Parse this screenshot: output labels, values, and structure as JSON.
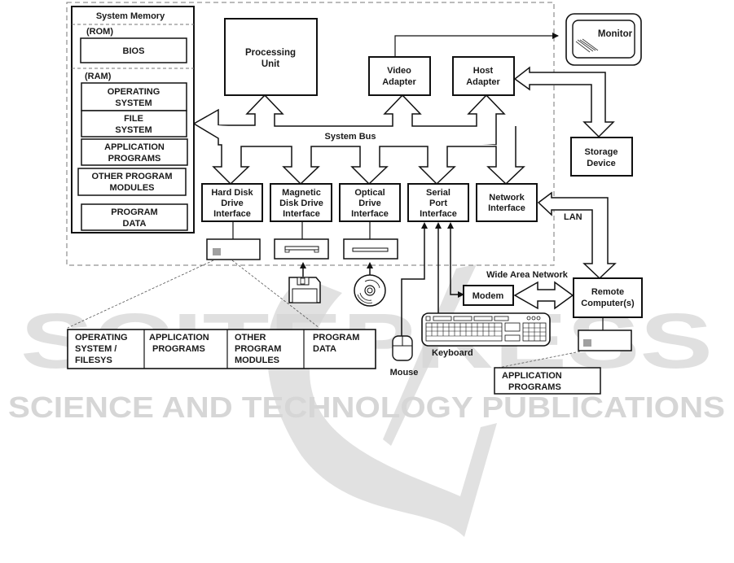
{
  "watermark": {
    "brand": "SCITEPRESS",
    "tagline": "SCIENCE AND TECHNOLOGY PUBLICATIONS",
    "color": "#d6d6d6"
  },
  "system_memory": {
    "title": "System Memory",
    "rom_label": "(ROM)",
    "bios": "BIOS",
    "ram_label": "(RAM)",
    "ram_items": [
      [
        "OPERATING",
        "SYSTEM"
      ],
      [
        "FILE",
        "SYSTEM"
      ],
      [
        "APPLICATION",
        "PROGRAMS"
      ],
      [
        "OTHER PROGRAM",
        "MODULES"
      ],
      [
        "PROGRAM",
        "DATA"
      ]
    ]
  },
  "processing_unit": [
    "Processing",
    "Unit"
  ],
  "video_adapter": [
    "Video",
    "Adapter"
  ],
  "host_adapter": [
    "Host",
    "Adapter"
  ],
  "monitor": "Monitor",
  "storage_device": [
    "Storage",
    "Device"
  ],
  "system_bus": "System Bus",
  "interfaces": [
    [
      "Hard Disk",
      "Drive",
      "Interface"
    ],
    [
      "Magnetic",
      "Disk Drive",
      "Interface"
    ],
    [
      "Optical",
      "Drive",
      "Interface"
    ],
    [
      "Serial",
      "Port",
      "Interface"
    ],
    [
      "Network",
      "Interface"
    ]
  ],
  "lan_label": "LAN",
  "wan_label": "Wide Area Network",
  "modem": "Modem",
  "remote_computer": [
    "Remote",
    "Computer(s)"
  ],
  "keyboard_label": "Keyboard",
  "mouse_label": "Mouse",
  "disk_contents": [
    [
      "OPERATING",
      "SYSTEM /",
      "FILESYS"
    ],
    [
      "APPLICATION",
      "PROGRAMS"
    ],
    [
      "OTHER",
      "PROGRAM",
      "MODULES"
    ],
    [
      "PROGRAM",
      "DATA"
    ]
  ],
  "remote_apps": [
    "APPLICATION",
    "PROGRAMS"
  ]
}
